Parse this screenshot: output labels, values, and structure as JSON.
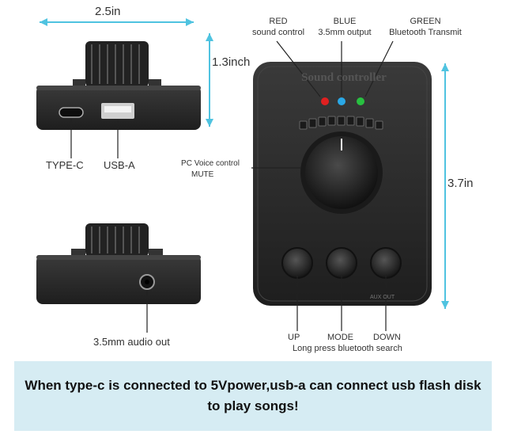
{
  "dimensions": {
    "width": "2.5in",
    "height_top": "1.3inch",
    "length": "3.7in"
  },
  "leds": {
    "red": {
      "name": "RED",
      "desc": "sound control",
      "color": "#e02020"
    },
    "blue": {
      "name": "BLUE",
      "desc": "3.5mm output",
      "color": "#2aa8e6"
    },
    "green": {
      "name": "GREEN",
      "desc": "Bluetooth Transmit",
      "color": "#28c040"
    }
  },
  "device": {
    "brand": "Sound controller",
    "aux_label": "AUX OUT"
  },
  "ports": {
    "typec": "TYPE-C",
    "usba": "USB-A",
    "audio_out": "3.5mm audio out"
  },
  "knob": {
    "label_line1": "PC Voice control",
    "label_line2": "MUTE"
  },
  "buttons": {
    "up": "UP",
    "mode": "MODE",
    "down": "DOWN",
    "long_press": "Long press bluetooth search"
  },
  "banner": {
    "text": "When type-c is connected to 5Vpower,usb-a can connect usb flash disk to play songs!"
  },
  "colors": {
    "dimension_arrow": "#4fc3e0",
    "device_body": "#2b2b2b",
    "banner_bg": "#d6ecf3"
  }
}
